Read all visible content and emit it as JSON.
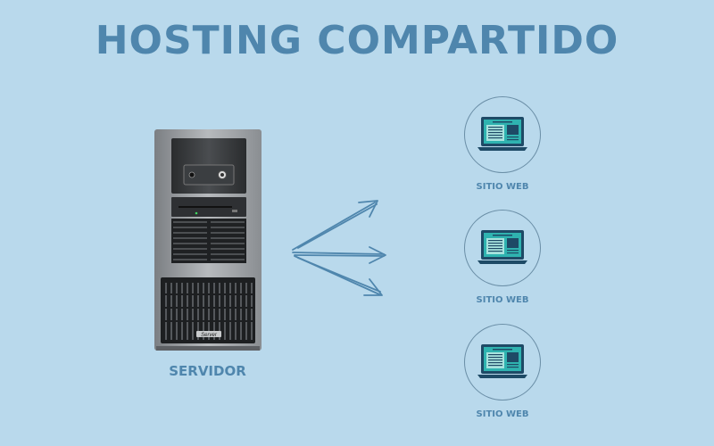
{
  "title": "HOSTING COMPARTIDO",
  "server": {
    "label": "SERVIDOR",
    "icon": "server-tower-icon",
    "brand_plate": "Server"
  },
  "sites": [
    {
      "label": "SITIO WEB",
      "icon": "laptop-website-icon"
    },
    {
      "label": "SITIO WEB",
      "icon": "laptop-website-icon"
    },
    {
      "label": "SITIO WEB",
      "icon": "laptop-website-icon"
    }
  ],
  "colors": {
    "background": "#b9d9ec",
    "accent": "#4f86ad",
    "screen": "#2fb3b0",
    "laptop": "#1e4a66"
  }
}
